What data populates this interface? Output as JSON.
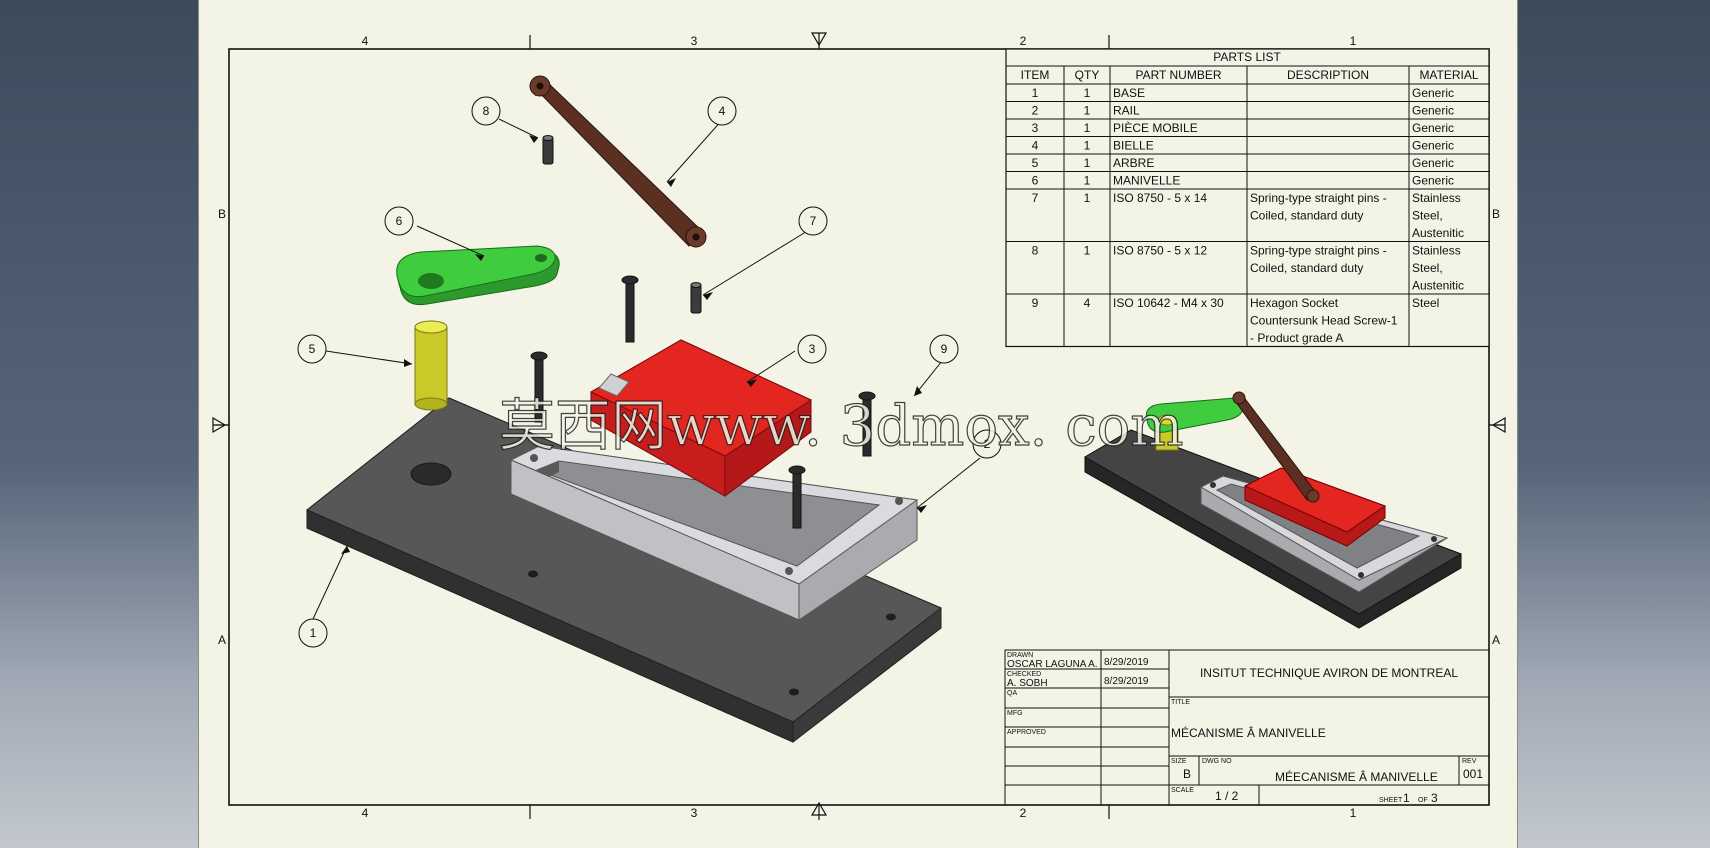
{
  "zones": {
    "top": [
      "4",
      "3",
      "2",
      "1"
    ],
    "side": [
      "B",
      "A"
    ]
  },
  "parts_list": {
    "title": "PARTS LIST",
    "headers": [
      "ITEM",
      "QTY",
      "PART NUMBER",
      "DESCRIPTION",
      "MATERIAL"
    ],
    "rows": [
      {
        "item": "1",
        "qty": "1",
        "part": "BASE",
        "desc": [],
        "mat": [
          "Generic"
        ]
      },
      {
        "item": "2",
        "qty": "1",
        "part": "RAIL",
        "desc": [],
        "mat": [
          "Generic"
        ]
      },
      {
        "item": "3",
        "qty": "1",
        "part": "PIÈCE MOBILE",
        "desc": [],
        "mat": [
          "Generic"
        ]
      },
      {
        "item": "4",
        "qty": "1",
        "part": "BIELLE",
        "desc": [],
        "mat": [
          "Generic"
        ]
      },
      {
        "item": "5",
        "qty": "1",
        "part": "ARBRE",
        "desc": [],
        "mat": [
          "Generic"
        ]
      },
      {
        "item": "6",
        "qty": "1",
        "part": "MANIVELLE",
        "desc": [],
        "mat": [
          "Generic"
        ]
      },
      {
        "item": "7",
        "qty": "1",
        "part": "ISO 8750 - 5 x 14",
        "desc": [
          "Spring-type straight pins -",
          "Coiled, standard duty"
        ],
        "mat": [
          "Stainless",
          "Steel,",
          "Austenitic"
        ]
      },
      {
        "item": "8",
        "qty": "1",
        "part": "ISO 8750 - 5 x 12",
        "desc": [
          "Spring-type straight pins -",
          "Coiled, standard duty"
        ],
        "mat": [
          "Stainless",
          "Steel,",
          "Austenitic"
        ]
      },
      {
        "item": "9",
        "qty": "4",
        "part": "ISO 10642 - M4 x  30",
        "desc": [
          "Hexagon Socket",
          "Countersunk Head Screw-1",
          "- Product grade A"
        ],
        "mat": [
          "Steel"
        ]
      }
    ]
  },
  "balloons": [
    "1",
    "2",
    "3",
    "4",
    "5",
    "6",
    "7",
    "8",
    "9"
  ],
  "title_block": {
    "drawn_label": "DRAWN",
    "drawn_by": "OSCAR LAGUNA A.",
    "drawn_date": "8/29/2019",
    "checked_label": "CHECKED",
    "checked_by": "A. SOBH",
    "checked_date": "8/29/2019",
    "qa_label": "QA",
    "mfg_label": "MFG",
    "approved_label": "APPROVED",
    "company": "INSITUT TECHNIQUE AVIRON DE MONTREAL",
    "title_label": "TITLE",
    "title": "MÉCANISME Â MANIVELLE",
    "size_label": "SIZE",
    "size": "B",
    "dwg_label": "DWG NO",
    "dwg_no": "MÉECANISME Â MANIVELLE",
    "rev_label": "REV",
    "rev": "001",
    "scale_label": "SCALE",
    "scale": "1 / 2",
    "sheet_label": "SHEET",
    "sheet_no": "1",
    "of_label": "OF",
    "sheet_total": "3"
  },
  "watermark": "莫西网www. 3dmox. com",
  "colors": {
    "sheet": "#f3f3e6",
    "base": "#4b4b4b",
    "rail": "#d6d8dc",
    "moving_part": "#e02020",
    "link": "#6b3a2a",
    "crank": "#3cc43c",
    "shaft": "#d9d92a"
  }
}
